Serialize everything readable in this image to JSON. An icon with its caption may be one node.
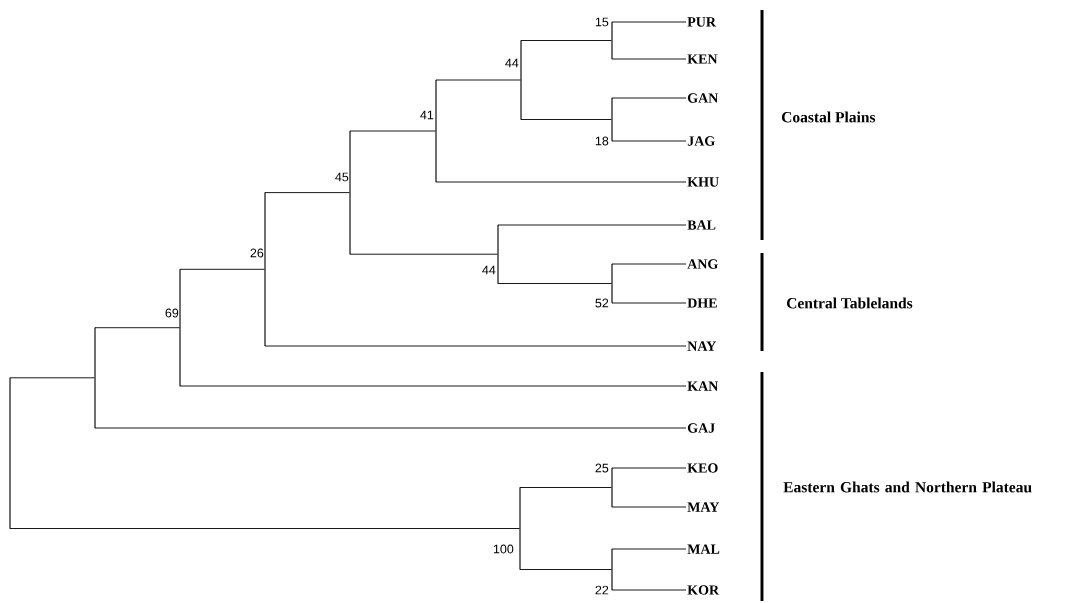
{
  "diagram": {
    "nodes": [
      {
        "text": [
          "PUR"
        ]
      },
      {
        "text": [
          "KEN"
        ]
      },
      {
        "text": [
          "GAN"
        ]
      },
      {
        "text": [
          "JAG"
        ]
      },
      {
        "text": [
          "KHU"
        ]
      },
      {
        "text": [
          "BAL"
        ]
      },
      {
        "text": [
          "ANG"
        ]
      },
      {
        "text": [
          "DHE"
        ]
      },
      {
        "text": [
          "NAY"
        ]
      },
      {
        "text": [
          "KAN"
        ]
      },
      {
        "text": [
          "GAJ"
        ]
      },
      {
        "text": [
          "KEO"
        ]
      },
      {
        "text": [
          "MAY"
        ]
      },
      {
        "text": [
          "MAL"
        ]
      },
      {
        "text": [
          "KOR"
        ]
      },
      {
        "text": [],
        "shape": "bar",
        "beside": [
          "15"
        ]
      },
      {
        "text": [],
        "shape": "bar",
        "beside": [
          "18"
        ]
      },
      {
        "text": [],
        "shape": "bar",
        "beside": [
          "44"
        ]
      },
      {
        "text": [],
        "shape": "bar",
        "beside": [
          "41"
        ]
      },
      {
        "text": [],
        "shape": "bar",
        "beside": [
          "52"
        ]
      },
      {
        "text": [],
        "shape": "bar",
        "beside": [
          "44"
        ]
      },
      {
        "text": [],
        "shape": "bar",
        "beside": [
          "45"
        ]
      },
      {
        "text": [],
        "shape": "bar",
        "beside": [
          "26"
        ]
      },
      {
        "text": [],
        "shape": "bar",
        "beside": [
          "69"
        ]
      },
      {
        "text": [],
        "shape": "bar"
      },
      {
        "text": [],
        "shape": "bar",
        "beside": [
          "25"
        ]
      },
      {
        "text": [],
        "shape": "bar",
        "beside": [
          "22"
        ]
      },
      {
        "text": [],
        "shape": "bar",
        "beside": [
          "100"
        ]
      },
      {
        "text": [],
        "shape": "bar"
      }
    ],
    "edges": [
      {
        "from": 15,
        "to": 0,
        "arrow": "none"
      },
      {
        "from": 15,
        "to": 1,
        "arrow": "none"
      },
      {
        "from": 16,
        "to": 2,
        "arrow": "none"
      },
      {
        "from": 16,
        "to": 3,
        "arrow": "none"
      },
      {
        "from": 17,
        "to": 15,
        "arrow": "none"
      },
      {
        "from": 17,
        "to": 16,
        "arrow": "none"
      },
      {
        "from": 18,
        "to": 17,
        "arrow": "none"
      },
      {
        "from": 18,
        "to": 4,
        "arrow": "none"
      },
      {
        "from": 19,
        "to": 6,
        "arrow": "none"
      },
      {
        "from": 19,
        "to": 7,
        "arrow": "none"
      },
      {
        "from": 20,
        "to": 5,
        "arrow": "none"
      },
      {
        "from": 20,
        "to": 19,
        "arrow": "none"
      },
      {
        "from": 21,
        "to": 18,
        "arrow": "none"
      },
      {
        "from": 21,
        "to": 20,
        "arrow": "none"
      },
      {
        "from": 22,
        "to": 21,
        "arrow": "none"
      },
      {
        "from": 22,
        "to": 8,
        "arrow": "none"
      },
      {
        "from": 23,
        "to": 22,
        "arrow": "none"
      },
      {
        "from": 23,
        "to": 9,
        "arrow": "none"
      },
      {
        "from": 24,
        "to": 23,
        "arrow": "none"
      },
      {
        "from": 24,
        "to": 10,
        "arrow": "none"
      },
      {
        "from": 25,
        "to": 11,
        "arrow": "none"
      },
      {
        "from": 25,
        "to": 12,
        "arrow": "none"
      },
      {
        "from": 26,
        "to": 13,
        "arrow": "none"
      },
      {
        "from": 26,
        "to": 14,
        "arrow": "none"
      },
      {
        "from": 27,
        "to": 25,
        "arrow": "none"
      },
      {
        "from": 27,
        "to": 26,
        "arrow": "none"
      },
      {
        "from": 28,
        "to": 24,
        "arrow": "none"
      },
      {
        "from": 28,
        "to": 27,
        "arrow": "none"
      }
    ],
    "labels": [
      "Coastal Plains",
      "Central Tablelands",
      "Eastern Ghats and Northern Plateau"
    ]
  }
}
